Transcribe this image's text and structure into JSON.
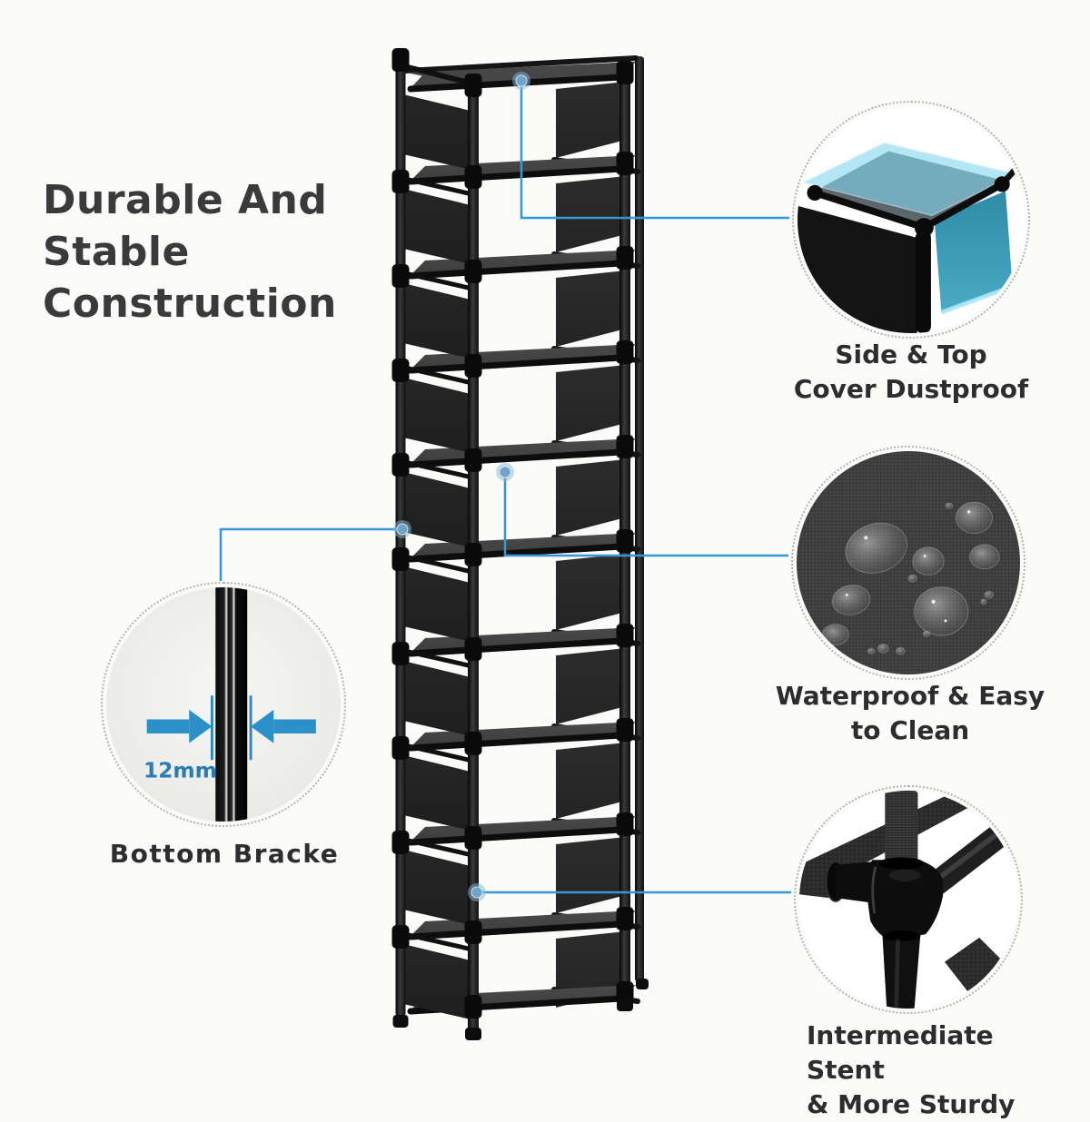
{
  "page": {
    "background_color": "#fbfbf9"
  },
  "hero": {
    "title_lines": [
      "Durable And",
      "Stable",
      "Construction"
    ],
    "title_color": "#3a3a3a"
  },
  "colors": {
    "accent_line": "#3598d2",
    "dot_fill": "#6fa3c8",
    "dot_ring": "rgba(142,183,212,0.5)",
    "arrow": "#2b90c8",
    "dimension_text": "#2a7cb5",
    "dotted_border": "#b3b3b3",
    "caption_text": "#2d2d2d",
    "cover_teal": "#86d7ef",
    "side_panel_teal": "#3b9cb8"
  },
  "rack": {
    "tiers": 10,
    "pole_color": "#101010",
    "shelf_color": "#3d3d3d",
    "panel_color": "#242424",
    "side_panel_color": "#1e1e1e"
  },
  "callouts": [
    {
      "id": "dustproof",
      "photo": "shelf-corner-with-teal-cover",
      "line1": "Side & Top",
      "line2": "Cover Dustproof"
    },
    {
      "id": "waterproof",
      "photo": "black-fabric-with-water-droplets",
      "line1": "Waterproof & Easy",
      "line2": "to Clean"
    },
    {
      "id": "intermediate-stent",
      "photo": "black-frame-connector-joint",
      "line1": "Intermediate Stent",
      "line2": "& More Sturdy"
    }
  ],
  "dimension_callout": {
    "value": "12mm",
    "label": "Bottom Bracke",
    "photo": "pole-diameter-closeup"
  }
}
